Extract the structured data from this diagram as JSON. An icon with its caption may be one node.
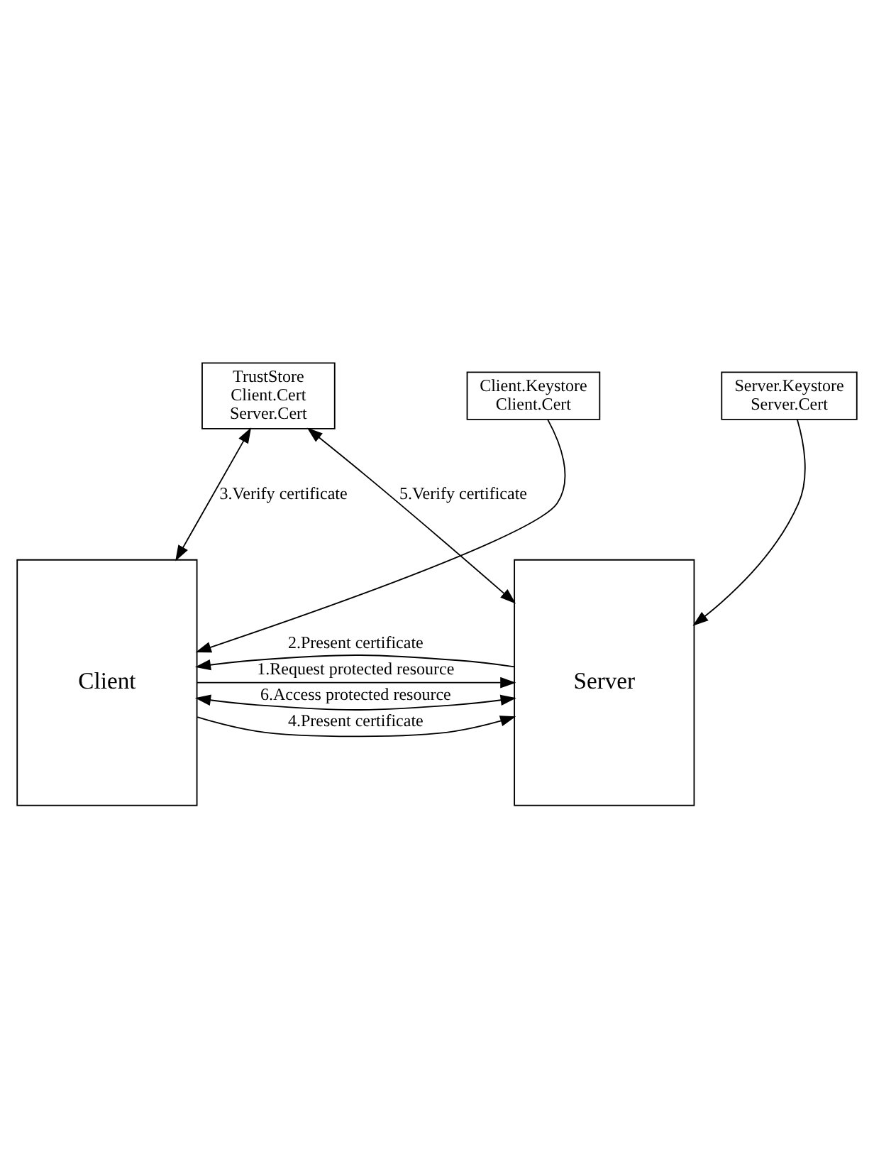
{
  "diagram": {
    "nodes": [
      {
        "text": [
          "TrustStore",
          "Client.Cert",
          "Server.Cert"
        ]
      },
      {
        "text": [
          "Client"
        ]
      },
      {
        "text": [
          "Server"
        ]
      },
      {
        "text": [
          "Client.Keystore",
          "Client.Cert"
        ]
      },
      {
        "text": [
          "Server.Keystore",
          "Server.Cert"
        ]
      }
    ],
    "edges": [
      {
        "from": 1,
        "to": 0,
        "arrow": "both",
        "label": "3.Verify certificate"
      },
      {
        "from": 2,
        "to": 0,
        "arrow": "both",
        "label": "5.Verify certificate"
      },
      {
        "from": 1,
        "to": 2,
        "arrow": "to",
        "label": "1.Request protected resource"
      },
      {
        "from": 2,
        "to": 1,
        "arrow": "to",
        "label": "2.Present certificate"
      },
      {
        "from": 1,
        "to": 2,
        "arrow": "to",
        "label": "4.Present certificate"
      },
      {
        "from": 1,
        "to": 2,
        "arrow": "both",
        "label": "6.Access protected resource"
      },
      {
        "from": 3,
        "to": 1,
        "arrow": "to"
      },
      {
        "from": 4,
        "to": 2,
        "arrow": "to"
      }
    ]
  }
}
